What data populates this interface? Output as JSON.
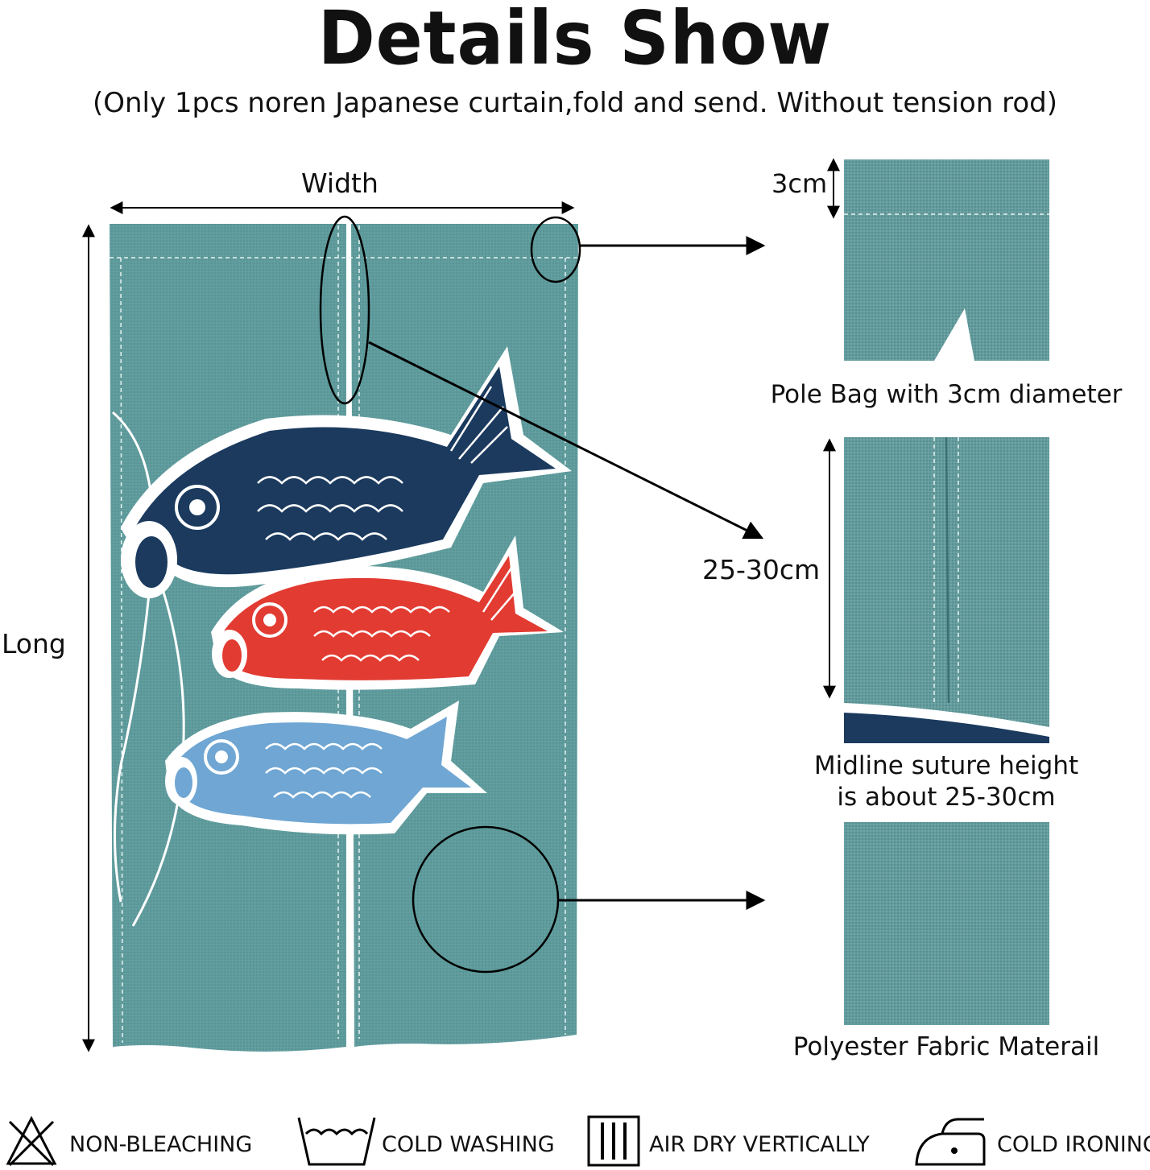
{
  "header": {
    "title": "Details Show",
    "subtitle": "(Only 1pcs noren Japanese curtain,fold and send. Without tension rod)"
  },
  "dimensions": {
    "width_label": "Width",
    "long_label": "Long"
  },
  "details": {
    "pole_bag": {
      "measure": "3cm",
      "caption": "Pole Bag with 3cm diameter"
    },
    "midline": {
      "measure": "25-30cm",
      "caption_line1": "Midline suture height",
      "caption_line2": "is about 25-30cm"
    },
    "fabric": {
      "caption": "Polyester Fabric Materail"
    }
  },
  "care": [
    {
      "icon": "no-bleach-icon",
      "label": "NON-BLEACHING"
    },
    {
      "icon": "cold-wash-icon",
      "label": "COLD WASHING"
    },
    {
      "icon": "drip-dry-icon",
      "label": "AIR DRY VERTICALLY"
    },
    {
      "icon": "iron-icon",
      "label": "COLD IRONING"
    }
  ],
  "colors": {
    "curtain": "#5f9b9c",
    "koi_navy": "#1b3a5e",
    "koi_red": "#e23b32",
    "koi_blue": "#6fa6d3"
  }
}
